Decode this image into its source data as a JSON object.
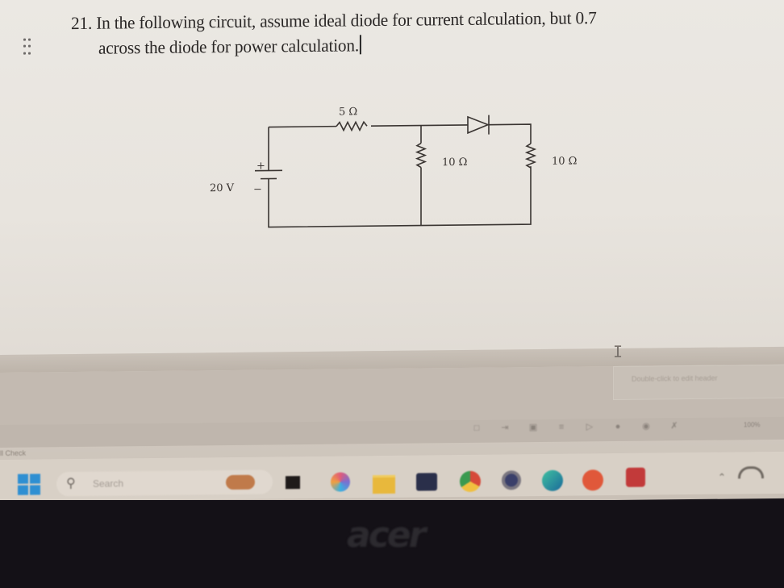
{
  "document": {
    "question_line1": "21. In the following circuit, assume ideal diode for current calculation, but 0.7",
    "question_line2": "across the diode for power calculation.",
    "circuit": {
      "source_label": "20 V",
      "source_plus": "+",
      "source_minus": "−",
      "series_resistor": "5 Ω",
      "shunt_resistor": "10 Ω",
      "load_resistor": "10 Ω",
      "diode": "diode-forward"
    }
  },
  "editor": {
    "header_hint": "Double-click to edit header",
    "status_left": "ll Check",
    "zoom_level": "100%",
    "status_icons": [
      "page-icon",
      "import-icon",
      "image-icon",
      "list-icon",
      "play-icon",
      "globe-icon",
      "eye-icon",
      "expand-icon"
    ]
  },
  "taskbar": {
    "search_placeholder": "Search",
    "apps": [
      {
        "name": "widgets",
        "color": "#c07a4a"
      },
      {
        "name": "terminal",
        "color": "#1f1b1a"
      },
      {
        "name": "copilot",
        "color": "#7a6fd0"
      },
      {
        "name": "file-explorer",
        "color": "#e8b83c"
      },
      {
        "name": "microsoft-store",
        "color": "#2a2f4a"
      },
      {
        "name": "chrome",
        "color": "#d6493a"
      },
      {
        "name": "settings",
        "color": "#6e6a78"
      },
      {
        "name": "edge",
        "color": "#1f8a9a"
      },
      {
        "name": "app-red-badge",
        "color": "#e0583a"
      },
      {
        "name": "mcafee",
        "color": "#c23a3a"
      }
    ]
  },
  "device": {
    "brand": "acer"
  }
}
